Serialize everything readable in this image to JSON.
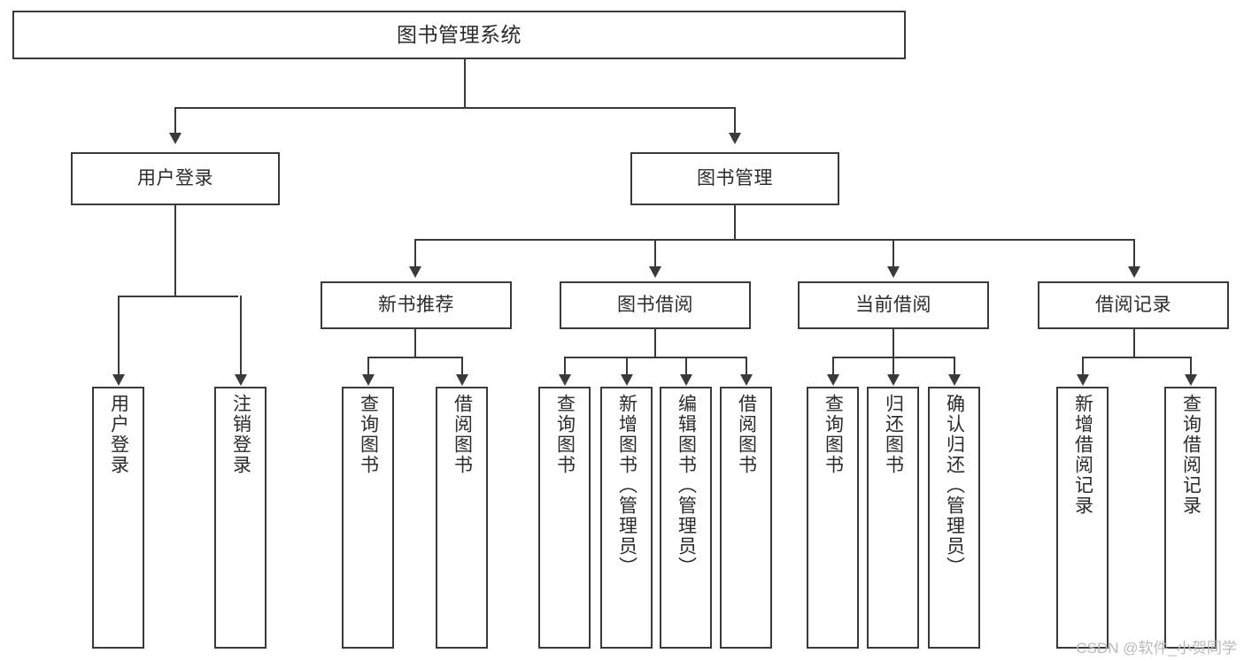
{
  "diagram": {
    "title": "图书管理系统",
    "type": "tree-hierarchy-diagram",
    "root": {
      "label": "图书管理系统"
    },
    "level2": [
      {
        "label": "用户登录"
      },
      {
        "label": "图书管理"
      }
    ],
    "level3": [
      {
        "label": "新书推荐"
      },
      {
        "label": "图书借阅"
      },
      {
        "label": "当前借阅"
      },
      {
        "label": "借阅记录"
      }
    ],
    "leaves": {
      "user_login": [
        {
          "label": "用户登录"
        },
        {
          "label": "注销登录"
        }
      ],
      "new_book_recommend": [
        {
          "label": "查询图书"
        },
        {
          "label": "借阅图书"
        }
      ],
      "book_borrow": [
        {
          "label": "查询图书"
        },
        {
          "label": "新增图书（管理员）"
        },
        {
          "label": "编辑图书（管理员）"
        },
        {
          "label": "借阅图书"
        }
      ],
      "current_borrow": [
        {
          "label": "查询图书"
        },
        {
          "label": "归还图书"
        },
        {
          "label": "确认归还（管理员）"
        }
      ],
      "borrow_record": [
        {
          "label": "新增借阅记录"
        },
        {
          "label": "查询借阅记录"
        }
      ]
    }
  },
  "watermark": {
    "text": "CSDN @软件_小贺同学"
  },
  "colors": {
    "stroke": "#3a3a3a",
    "text": "#2b2b2b",
    "background": "#ffffff",
    "watermark": "#b9b9b9"
  }
}
